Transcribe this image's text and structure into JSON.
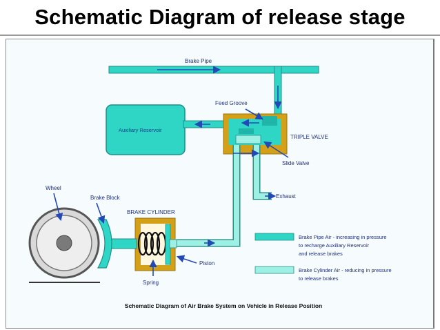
{
  "title": "Schematic Diagram of release stage",
  "diagram": {
    "labels": {
      "brake_pipe": "Brake Pipe",
      "feed_groove": "Feed Groove",
      "auxiliary_reservoir": "Auxiliary Reservoir",
      "triple_valve": "TRIPLE VALVE",
      "slide_valve": "Slide Valve",
      "exhaust": "Exhaust",
      "wheel": "Wheel",
      "brake_block": "Brake Block",
      "brake_cylinder": "BRAKE CYLINDER",
      "piston": "Piston",
      "spring": "Spring"
    },
    "legend": [
      {
        "lines": [
          "Brake Pipe Air - increasing in pressure",
          "to recharge Auxiliary Reservoir",
          "and release brakes"
        ],
        "color": "#2fd6c6"
      },
      {
        "lines": [
          "Brake Cylinder Air - reducing in pressure",
          "to release brakes"
        ],
        "color": "#9ef0e4"
      }
    ],
    "caption": "Schematic Diagram of Air Brake System on Vehicle in Release Position"
  },
  "colors": {
    "brake_pipe_air": "#2fd6c6",
    "brake_cylinder_air": "#9ef0e4",
    "valve_body": "#d4a017",
    "pipe_outline": "#1f8f88",
    "arrow": "#2349b5",
    "frame_bg": "#f6fbfd"
  }
}
